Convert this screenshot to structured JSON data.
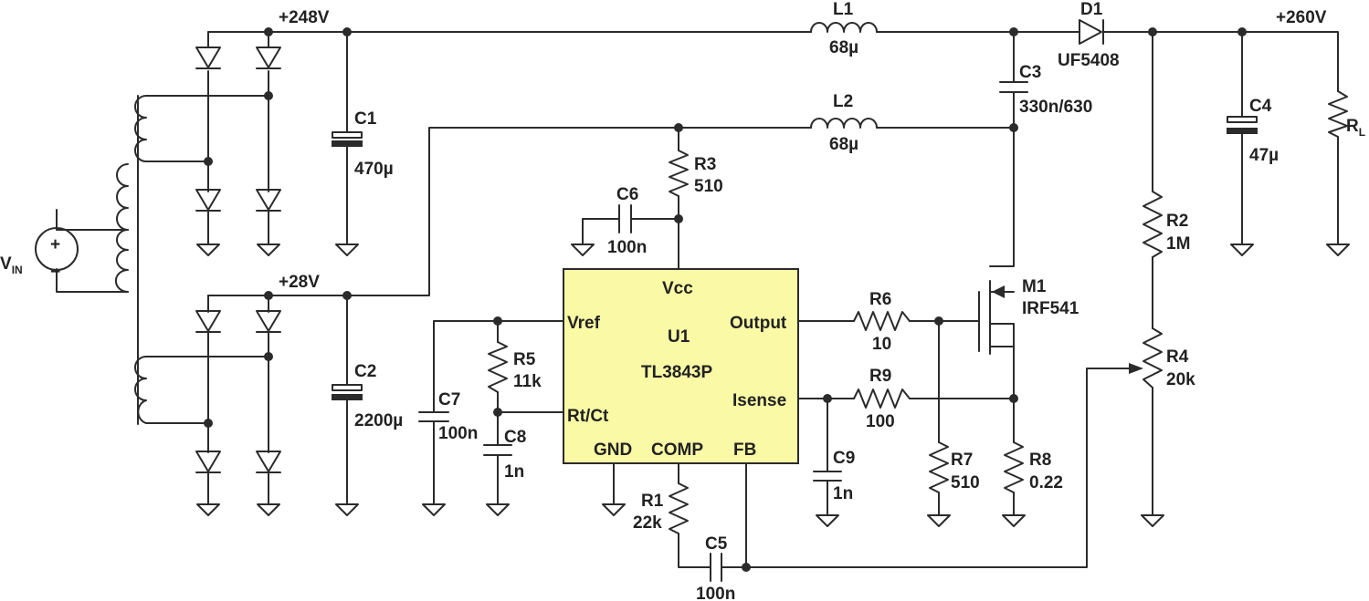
{
  "colors": {
    "wire": "#2b2b2b",
    "ic_fill": "#fafaa6",
    "text": "#222222"
  },
  "rails": {
    "hv_in": "+248V",
    "lv": "+28V",
    "hv_out": "+260V"
  },
  "source": {
    "label": "V",
    "sub": "IN",
    "plus": "+",
    "minus": "−"
  },
  "components": {
    "L1": {
      "ref": "L1",
      "value": "68µ"
    },
    "L2": {
      "ref": "L2",
      "value": "68µ"
    },
    "D1": {
      "ref": "D1",
      "value": "UF5408"
    },
    "C1": {
      "ref": "C1",
      "value": "470µ"
    },
    "C2": {
      "ref": "C2",
      "value": "2200µ"
    },
    "C3": {
      "ref": "C3",
      "value": "330n/630"
    },
    "C4": {
      "ref": "C4",
      "value": "47µ"
    },
    "C5": {
      "ref": "C5",
      "value": "100n"
    },
    "C6": {
      "ref": "C6",
      "value": "100n"
    },
    "C7": {
      "ref": "C7",
      "value": "100n"
    },
    "C8": {
      "ref": "C8",
      "value": "1n"
    },
    "C9": {
      "ref": "C9",
      "value": "1n"
    },
    "R1": {
      "ref": "R1",
      "value": "22k"
    },
    "R2": {
      "ref": "R2",
      "value": "1M"
    },
    "R3": {
      "ref": "R3",
      "value": "510"
    },
    "R4": {
      "ref": "R4",
      "value": "20k"
    },
    "R5": {
      "ref": "R5",
      "value": "11k"
    },
    "R6": {
      "ref": "R6",
      "value": "10"
    },
    "R7": {
      "ref": "R7",
      "value": "510"
    },
    "R8": {
      "ref": "R8",
      "value": "0.22"
    },
    "R9": {
      "ref": "R9",
      "value": "100"
    },
    "RL": {
      "ref": "R",
      "sub": "L"
    },
    "M1": {
      "ref": "M1",
      "value": "IRF541"
    }
  },
  "ic": {
    "ref": "U1",
    "part": "TL3843P",
    "pins": {
      "vcc": "Vcc",
      "vref": "Vref",
      "rtct": "Rt/Ct",
      "output": "Output",
      "isense": "Isense",
      "gnd": "GND",
      "comp": "COMP",
      "fb": "FB"
    }
  }
}
